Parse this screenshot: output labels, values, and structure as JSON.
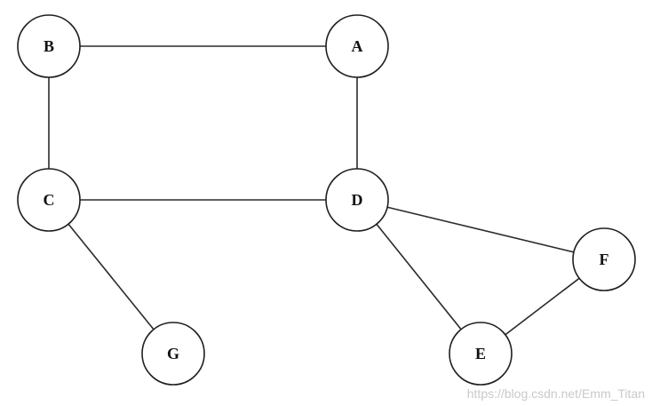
{
  "diagram": {
    "nodes": [
      {
        "id": "A",
        "label": "A"
      },
      {
        "id": "B",
        "label": "B"
      },
      {
        "id": "C",
        "label": "C"
      },
      {
        "id": "D",
        "label": "D"
      },
      {
        "id": "E",
        "label": "E"
      },
      {
        "id": "F",
        "label": "F"
      },
      {
        "id": "G",
        "label": "G"
      }
    ],
    "edges": [
      {
        "from": "B",
        "to": "A"
      },
      {
        "from": "B",
        "to": "C"
      },
      {
        "from": "A",
        "to": "D"
      },
      {
        "from": "C",
        "to": "D"
      },
      {
        "from": "C",
        "to": "G"
      },
      {
        "from": "D",
        "to": "F"
      },
      {
        "from": "D",
        "to": "E"
      },
      {
        "from": "E",
        "to": "F"
      }
    ]
  },
  "watermark": "https://blog.csdn.net/Emm_Titan"
}
